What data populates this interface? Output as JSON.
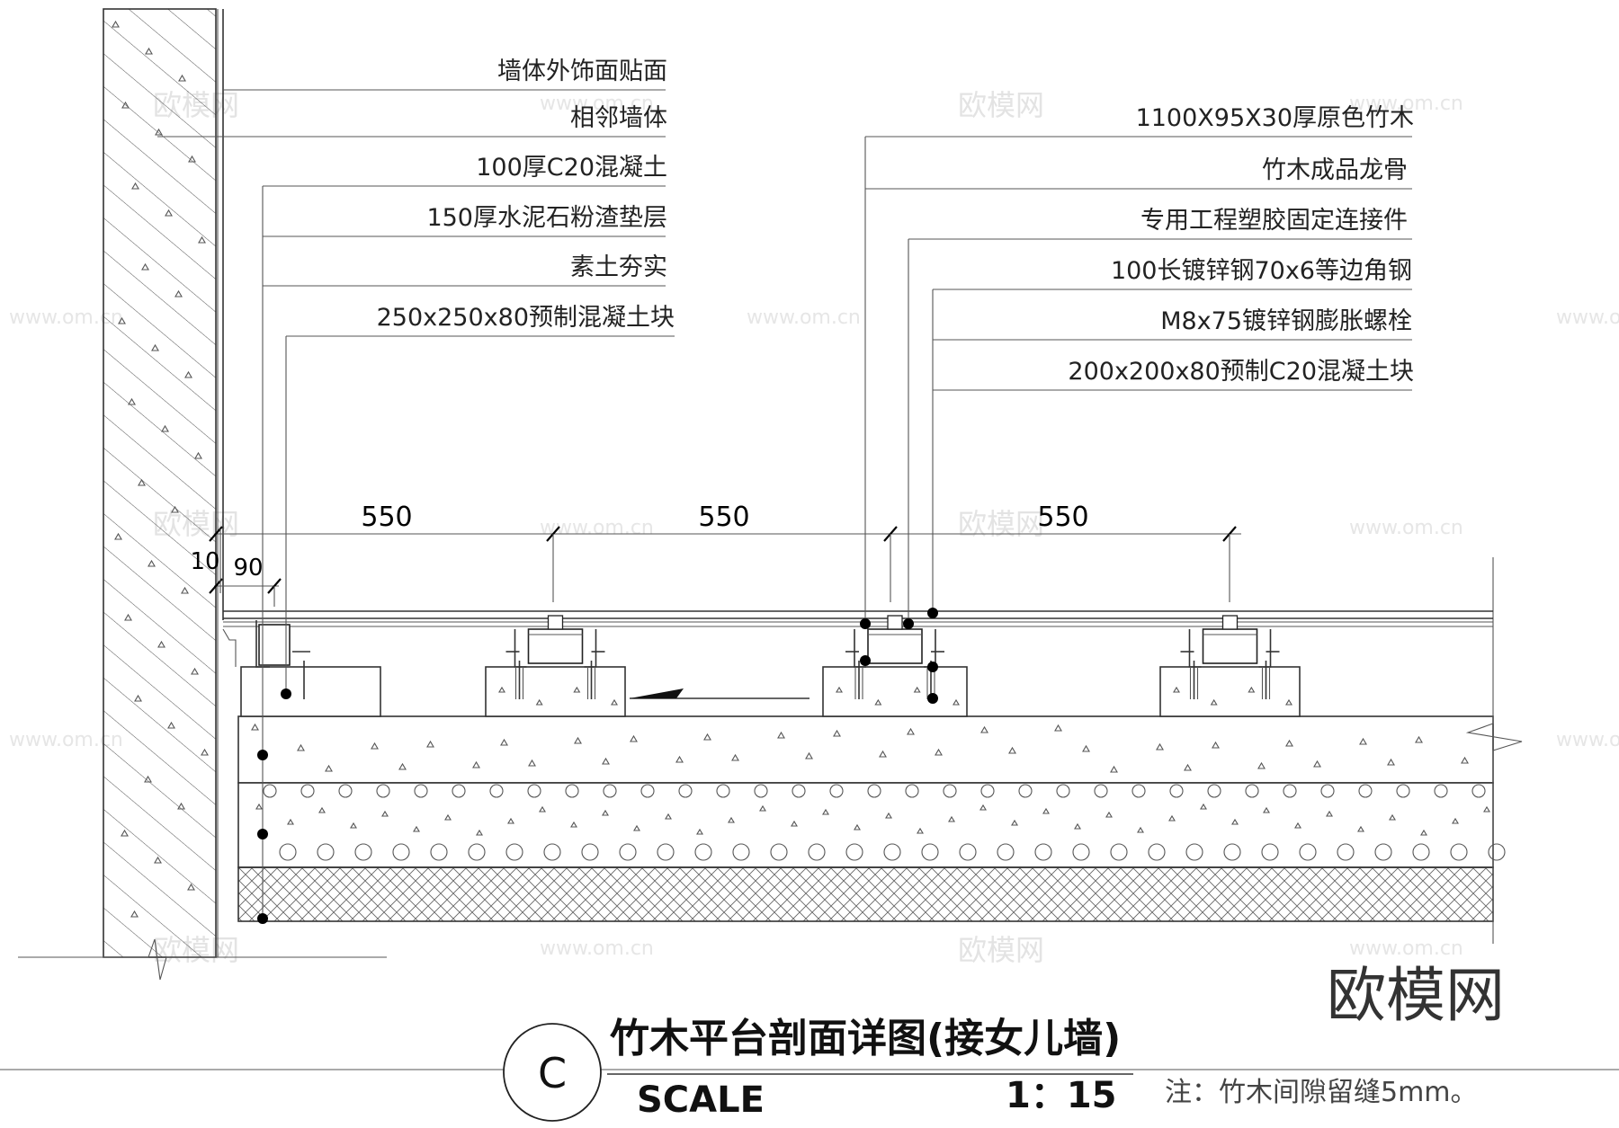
{
  "labels_left": [
    "墙体外饰面贴面",
    "相邻墙体",
    "100厚C20混凝土",
    "150厚水泥石粉渣垫层",
    "素土夯实",
    "250x250x80预制混凝土块"
  ],
  "labels_right": [
    "1100X95X30厚原色竹木",
    "竹木成品龙骨",
    "专用工程塑胶固定连接件",
    "100长镀锌钢70x6等边角钢",
    "M8x75镀锌钢膨胀螺栓",
    "200x200x80预制C20混凝土块"
  ],
  "dimensions": {
    "spans": [
      "550",
      "550",
      "550"
    ],
    "edge_1": "10",
    "edge_2": "90"
  },
  "title_block": {
    "circle_letter": "C",
    "title": "竹木平台剖面详图(接女儿墙)",
    "scale_label": "SCALE",
    "scale_value": "1：15",
    "note": "注：竹木间隙留缝5mm。"
  },
  "brand": "欧模网",
  "watermark": {
    "brand": "欧模网",
    "url": "www.om.cn"
  },
  "colors": {
    "line": "#333333",
    "watermark": "#e3e3e3"
  }
}
